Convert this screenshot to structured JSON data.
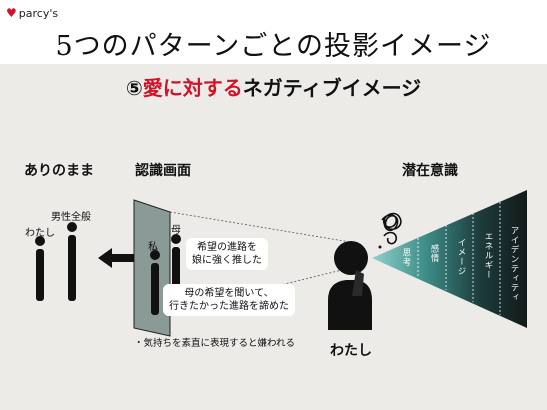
{
  "brand": {
    "name": "parcy's"
  },
  "title": "5つのパターンごとの投影イメージ",
  "subtitle": {
    "number": "⑤",
    "red_part": "愛に対する",
    "rest": "ネガティブイメージ"
  },
  "sections": {
    "as_is": "ありのまま",
    "cognitive_screen": "認識画面",
    "subconscious": "潜在意識"
  },
  "figures": {
    "watashi_small": "わたし",
    "son": "男性全般",
    "watashi_screen": "私",
    "mother": "母",
    "watashi_main": "わたし"
  },
  "bubbles": {
    "b1_line1": "希望の進路を",
    "b1_line2": "娘に強く推した",
    "b2_line1": "母の希望を聞いて、",
    "b2_line2": "行きたかった進路を諦めた"
  },
  "note": "・気持ちを素直に表現すると嫌われる",
  "layers": [
    "思考",
    "感情",
    "イメージ",
    "エネルギー",
    "アイデンティティ"
  ],
  "colors": {
    "accent_red": "#d0132b",
    "background": "#ecebe7",
    "dark": "#151515",
    "teal": "#6fb8b3"
  }
}
